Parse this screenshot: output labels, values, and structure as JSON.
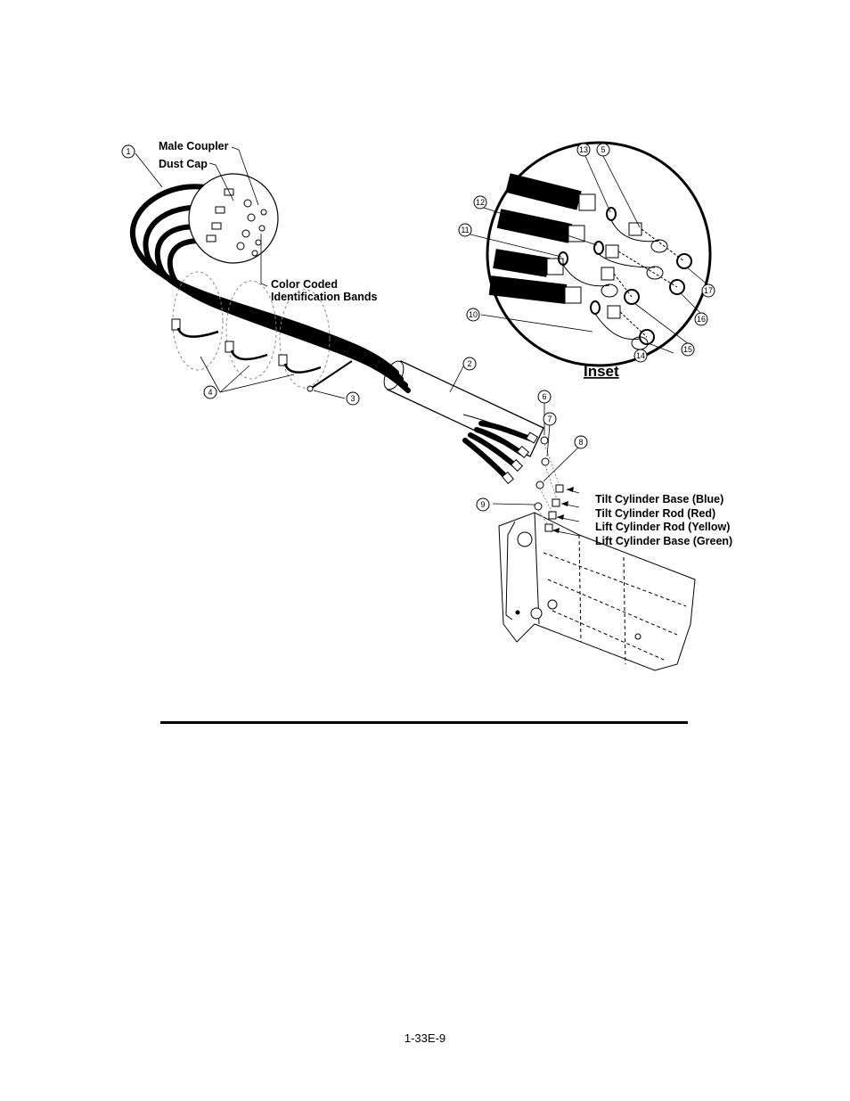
{
  "diagram": {
    "labels": {
      "male_coupler": "Male Coupler",
      "dust_cap": "Dust Cap",
      "color_coded_line1": "Color Coded",
      "color_coded_line2": "Identification Bands",
      "inset_title": "Inset",
      "tilt_base": "Tilt Cylinder Base (Blue)",
      "tilt_rod": "Tilt Cylinder Rod (Red)",
      "lift_rod": "Lift Cylinder Rod (Yellow)",
      "lift_base": "Lift Cylinder Base (Green)"
    },
    "callouts": [
      "1",
      "2",
      "3",
      "4",
      "5",
      "6",
      "7",
      "8",
      "9",
      "10",
      "11",
      "12",
      "13",
      "14",
      "15",
      "16",
      "17"
    ]
  },
  "footer": {
    "page_number": "1-33E-9"
  }
}
